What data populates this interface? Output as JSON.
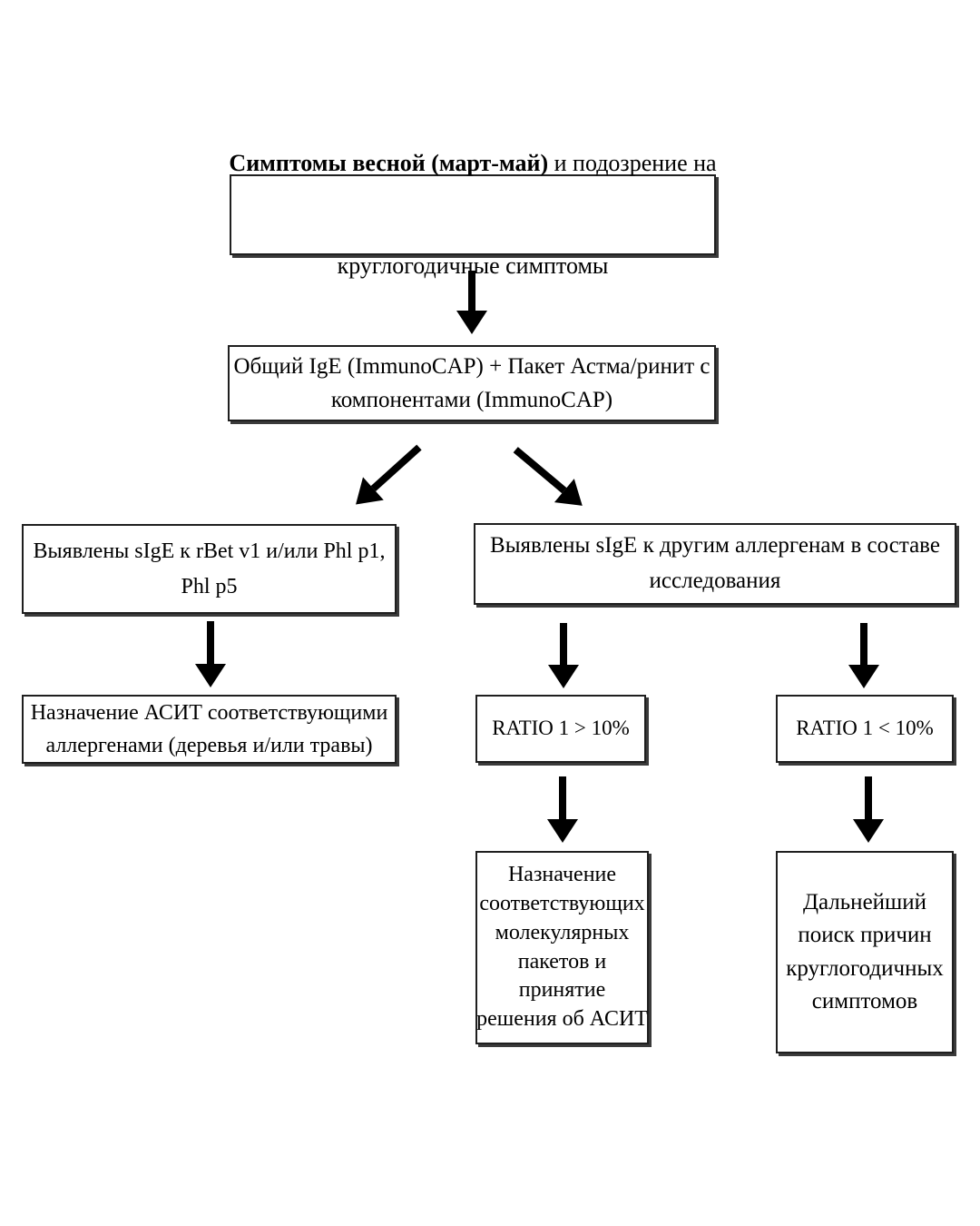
{
  "flowchart": {
    "language": "ru",
    "colors": {
      "background": "#ffffff",
      "box_fill": "#ffffff",
      "box_border": "#1f1f1f",
      "box_shadow": "#3a3a3a",
      "text": "#000000",
      "arrow": "#000000"
    },
    "nodes": {
      "symptoms": {
        "bold_text": "Симптомы весной (март-май)",
        "rest_line1": " и подозрение на",
        "line2": "круглогодичные симптомы",
        "full_text": "Симптомы весной (март-май) и подозрение на круглогодичные симптомы"
      },
      "ige_test": {
        "lines": [
          "Общий IgE (ImmunoCAP) + Пакет Астма/ринит с",
          "компонентами (ImmunoCAP)"
        ]
      },
      "sige_birch": {
        "lines": [
          "Выявлены sIgE к rBet v1 и/или Phl p1,",
          "Phl p5"
        ]
      },
      "sige_other": {
        "lines": [
          "Выявлены sIgE к другим аллергенам в составе",
          "исследования"
        ]
      },
      "asit": {
        "lines": [
          "Назначение АСИТ соответствующими",
          "аллергенами (деревья и/или травы)"
        ]
      },
      "ratio_gt": {
        "text": "RATIO 1 > 10%"
      },
      "ratio_lt": {
        "text": "RATIO 1 < 10%"
      },
      "molecular": {
        "lines": [
          "Назначение",
          "соответствующих",
          "молекулярных",
          "пакетов и",
          "принятие",
          "решения об АСИТ"
        ]
      },
      "search": {
        "lines": [
          "Дальнейший",
          "поиск причин",
          "круглогодичных",
          "симптомов"
        ]
      }
    },
    "edges": [
      {
        "from": "symptoms",
        "to": "ige_test",
        "style": "vertical-arrow"
      },
      {
        "from": "ige_test",
        "to": "sige_birch",
        "style": "diagonal-arrow-left"
      },
      {
        "from": "ige_test",
        "to": "sige_other",
        "style": "diagonal-arrow-right"
      },
      {
        "from": "sige_birch",
        "to": "asit",
        "style": "vertical-arrow"
      },
      {
        "from": "sige_other",
        "to": "ratio_gt",
        "style": "vertical-arrow"
      },
      {
        "from": "sige_other",
        "to": "ratio_lt",
        "style": "vertical-arrow"
      },
      {
        "from": "ratio_gt",
        "to": "molecular",
        "style": "vertical-arrow"
      },
      {
        "from": "ratio_lt",
        "to": "search",
        "style": "vertical-arrow"
      }
    ]
  }
}
